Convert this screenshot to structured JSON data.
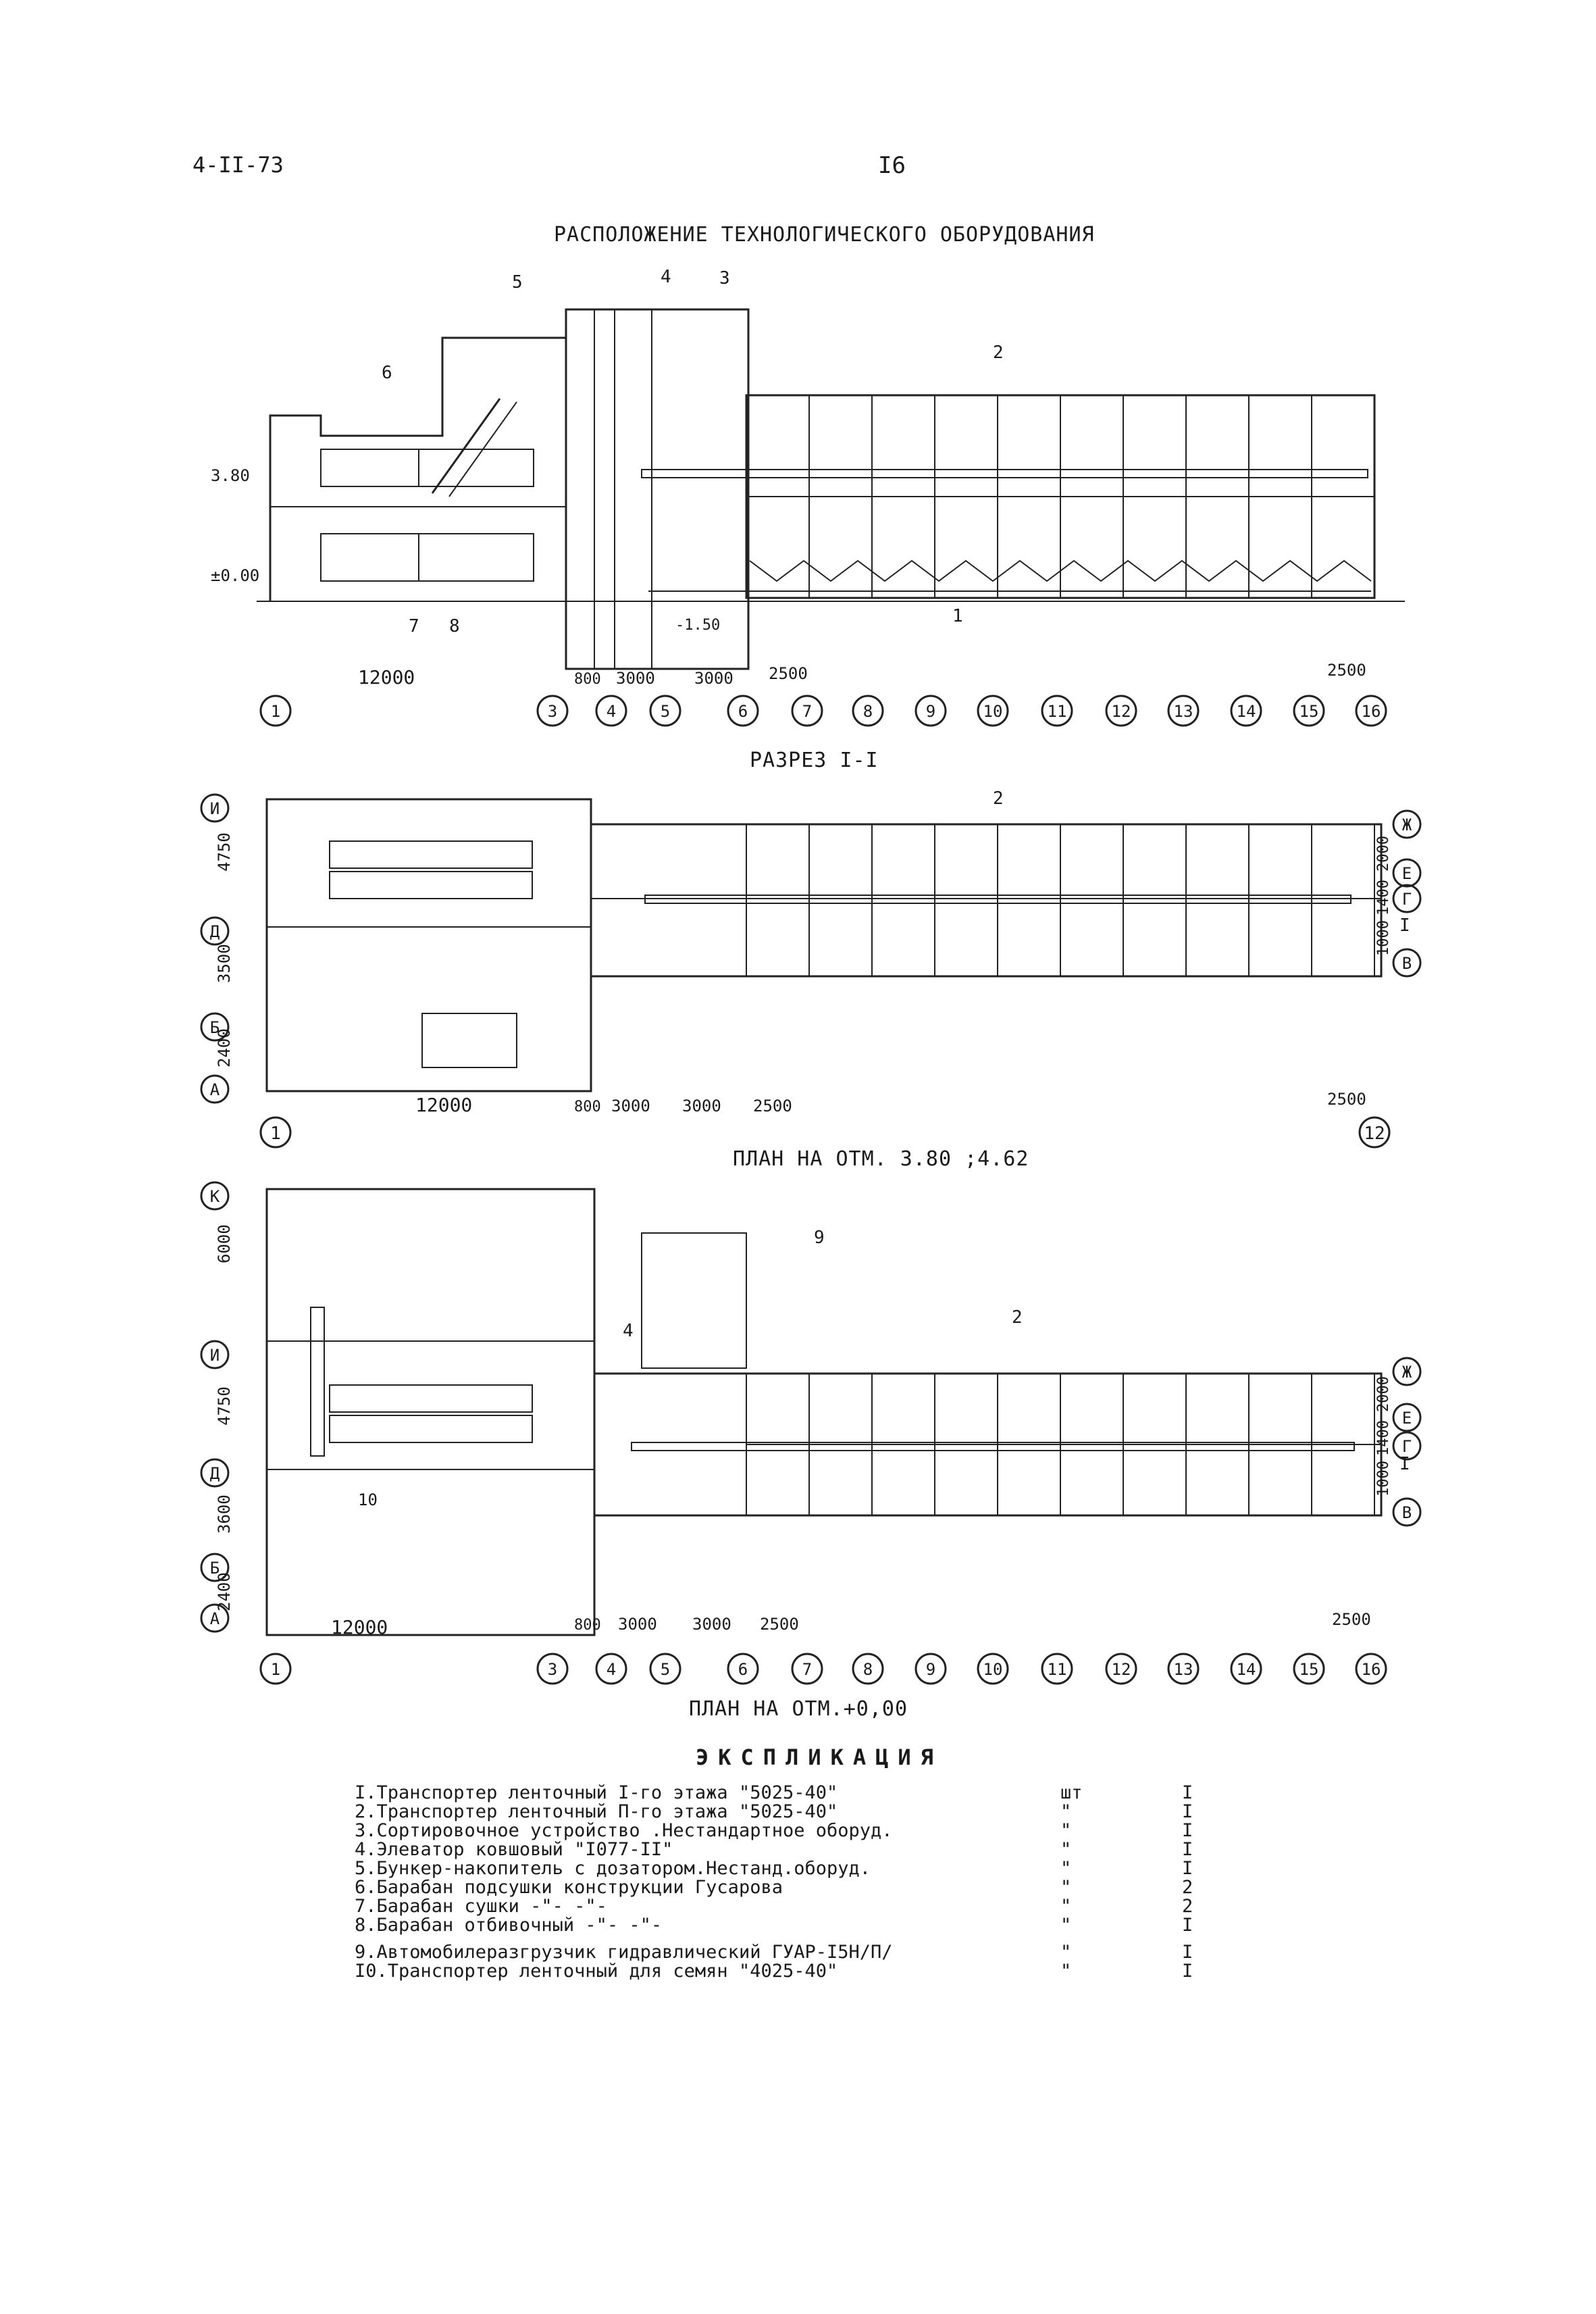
{
  "header": {
    "doc_code": "4-II-73",
    "page_number": "I6"
  },
  "title": "РАСПОЛОЖЕНИЕ ТЕХНОЛОГИЧЕСКОГО ОБОРУДОВАНИЯ",
  "section_view": {
    "caption": "РАЗРЕЗ I-I",
    "elevations": [
      "3.80",
      "±0.00",
      "-1.50"
    ],
    "dims": [
      "12000",
      "800",
      "3000",
      "3000",
      "2500",
      "2500"
    ],
    "axes": [
      "1",
      "3",
      "4",
      "5",
      "6",
      "7",
      "8",
      "9",
      "10",
      "11",
      "12",
      "13",
      "14",
      "15",
      "16"
    ],
    "callouts": [
      "1",
      "2",
      "3",
      "4",
      "5",
      "6",
      "7",
      "8"
    ]
  },
  "upper_plan": {
    "caption": "ПЛАН НА ОТМ. 3.80 ;4.62",
    "row_axes_left": [
      "И",
      "Д",
      "Б",
      "А"
    ],
    "row_axes_right": [
      "Ж",
      "Е",
      "Г",
      "В"
    ],
    "left_dims": [
      "4750",
      "3500",
      "2400"
    ],
    "right_dims": [
      "2000",
      "1400",
      "1000"
    ],
    "bottom_dims": [
      "12000",
      "800",
      "3000",
      "3000",
      "2500",
      "2500"
    ],
    "axes": [
      "1",
      "12"
    ],
    "section_mark": "I",
    "callouts": [
      "2"
    ]
  },
  "lower_plan": {
    "caption": "ПЛАН НА ОТМ.+0,00",
    "row_axes_left": [
      "К",
      "И",
      "Д",
      "Б",
      "А"
    ],
    "row_axes_right": [
      "Ж",
      "Е",
      "Г",
      "В"
    ],
    "left_dims": [
      "6000",
      "4750",
      "3600",
      "2400"
    ],
    "right_dims": [
      "2000",
      "1400",
      "1000"
    ],
    "bottom_dims": [
      "12000",
      "800",
      "3000",
      "3000",
      "2500",
      "2500"
    ],
    "axes": [
      "1",
      "3",
      "4",
      "5",
      "6",
      "7",
      "8",
      "9",
      "10",
      "11",
      "12",
      "13",
      "14",
      "15",
      "16"
    ],
    "section_mark": "I",
    "callouts": [
      "2",
      "4",
      "9",
      "10"
    ]
  },
  "explication": {
    "title": "ЭКСПЛИКАЦИЯ",
    "items": [
      {
        "name": "I.Транспортер ленточный I-го этажа \"5025-40\"",
        "unit": "шт",
        "qty": "I"
      },
      {
        "name": "2.Транспортер ленточный П-го этажа \"5025-40\"",
        "unit": "\"",
        "qty": "I"
      },
      {
        "name": "3.Сортировочное устройство .Нестандартное оборуд.",
        "unit": "\"",
        "qty": "I"
      },
      {
        "name": "4.Элеватор ковшовый \"I077-II\"",
        "unit": "\"",
        "qty": "I"
      },
      {
        "name": "5.Бункер-накопитель с дозатором.Нестанд.оборуд.",
        "unit": "\"",
        "qty": "I"
      },
      {
        "name": "6.Барабан подсушки конструкции Гусарова",
        "unit": "\"",
        "qty": "2"
      },
      {
        "name": "7.Барабан сушки       -\"-         -\"-",
        "unit": "\"",
        "qty": "2"
      },
      {
        "name": "8.Барабан отбивочный -\"-         -\"-",
        "unit": "\"",
        "qty": "I"
      },
      {
        "name": "9.Автомобилеразгрузчик гидравлический ГУАР-I5Н/П/",
        "unit": "\"",
        "qty": "I"
      },
      {
        "name": "I0.Транспортер ленточный для семян \"4025-40\"",
        "unit": "\"",
        "qty": "I"
      }
    ]
  }
}
